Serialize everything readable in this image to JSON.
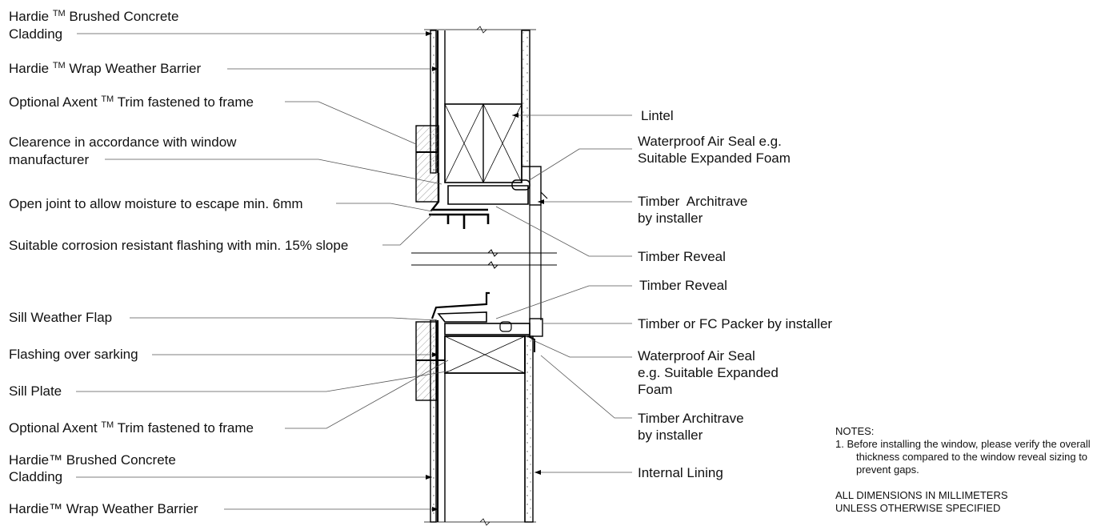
{
  "left_labels": {
    "cladding_top_line1": "Hardie ",
    "cladding_top_tm": "TM",
    "cladding_top_line1b": " Brushed Concrete",
    "cladding_top_line2": "Cladding",
    "wrap_top_a": "Hardie ",
    "wrap_top_tm": "TM",
    "wrap_top_b": " Wrap Weather Barrier",
    "axent_top_a": "Optional Axent ",
    "axent_top_tm": "TM",
    "axent_top_b": " Trim fastened to frame",
    "clearance_line1": "Clearence in accordance with window",
    "clearance_line2": "manufacturer",
    "open_joint": "Open joint to allow moisture to escape min. 6mm",
    "flashing_slope": "Suitable corrosion resistant flashing with min. 15% slope",
    "sill_flap": "Sill Weather Flap",
    "flashing_sarking": "Flashing over sarking",
    "sill_plate": "Sill Plate",
    "axent_bottom_a": "Optional Axent ",
    "axent_bottom_tm": "TM",
    "axent_bottom_b": " Trim fastened to frame",
    "cladding_bottom_line1": "Hardie™ Brushed Concrete",
    "cladding_bottom_line2": "Cladding",
    "wrap_bottom": "Hardie™ Wrap Weather Barrier"
  },
  "right_labels": {
    "lintel": "Lintel",
    "air_seal_top_line1": "Waterproof Air Seal e.g.",
    "air_seal_top_line2": "Suitable Expanded Foam",
    "architrave_top_line1": "Timber  Architrave",
    "architrave_top_line2": "by installer",
    "reveal_top": "Timber Reveal",
    "reveal_bottom": "Timber Reveal",
    "packer": "Timber or FC Packer by installer",
    "air_seal_bottom_line1": "Waterproof Air Seal",
    "air_seal_bottom_line2": "e.g. Suitable Expanded",
    "air_seal_bottom_line3": "Foam",
    "architrave_bottom_line1": "Timber Architrave",
    "architrave_bottom_line2": "by installer",
    "internal_lining": "Internal Lining"
  },
  "notes": {
    "heading": "NOTES:",
    "item1": "1.  Before installing the window, please verify the overall thickness compared to the window reveal sizing to prevent gaps.",
    "dimensions_line1": "ALL DIMENSIONS IN MILLIMETERS",
    "dimensions_line2": "UNLESS OTHERWISE SPECIFIED"
  },
  "colors": {
    "line": "#000000",
    "leader": "#555555",
    "hatch": "#777777",
    "background": "#ffffff"
  }
}
